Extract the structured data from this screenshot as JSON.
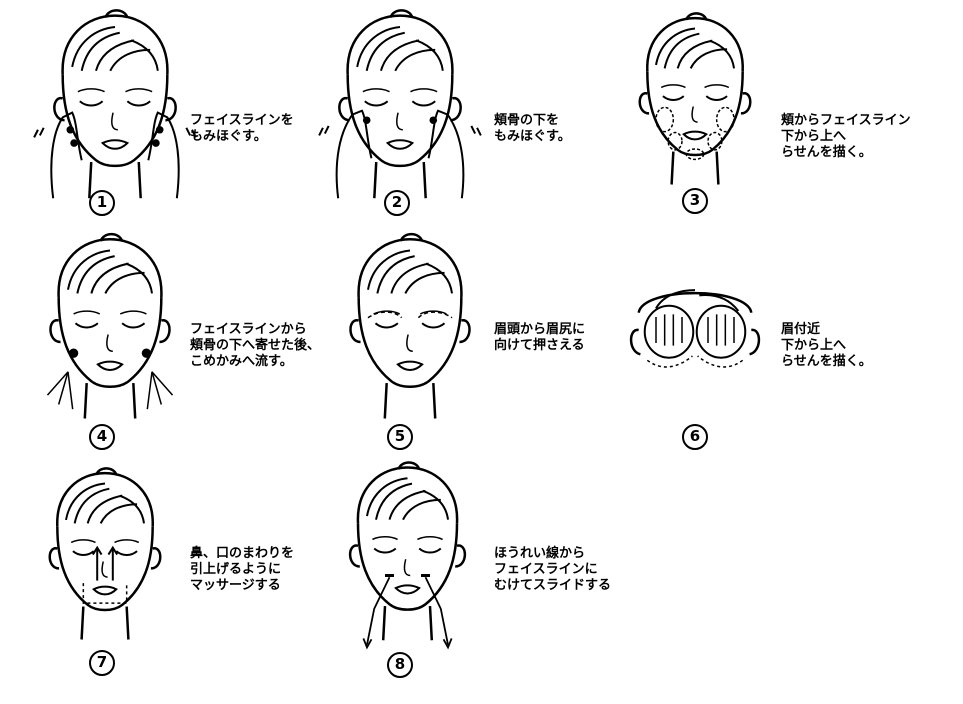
{
  "steps": [
    {
      "number": "1",
      "lines": [
        "フェイスラインを",
        "もみほぐす。"
      ]
    },
    {
      "number": "2",
      "lines": [
        "頬骨の下を",
        "もみほぐす。"
      ]
    },
    {
      "number": "3",
      "lines": [
        "頬からフェイスライン",
        "下から上へ",
        "らせんを描く。"
      ]
    },
    {
      "number": "4",
      "lines": [
        "フェイスラインから",
        "頬骨の下へ寄せた後、",
        "こめかみへ流す。"
      ]
    },
    {
      "number": "5",
      "lines": [
        "眉頭から眉尻に",
        "向けて押さえる"
      ]
    },
    {
      "number": "6",
      "lines": [
        "眉付近",
        "下から上へ",
        "らせんを描く。"
      ]
    },
    {
      "number": "7",
      "lines": [
        "鼻、口のまわりを",
        "引上げるように",
        "マッサージする"
      ]
    },
    {
      "number": "8",
      "lines": [
        "ほうれい線から",
        "フェイスラインに",
        "むけてスライドする"
      ]
    }
  ]
}
